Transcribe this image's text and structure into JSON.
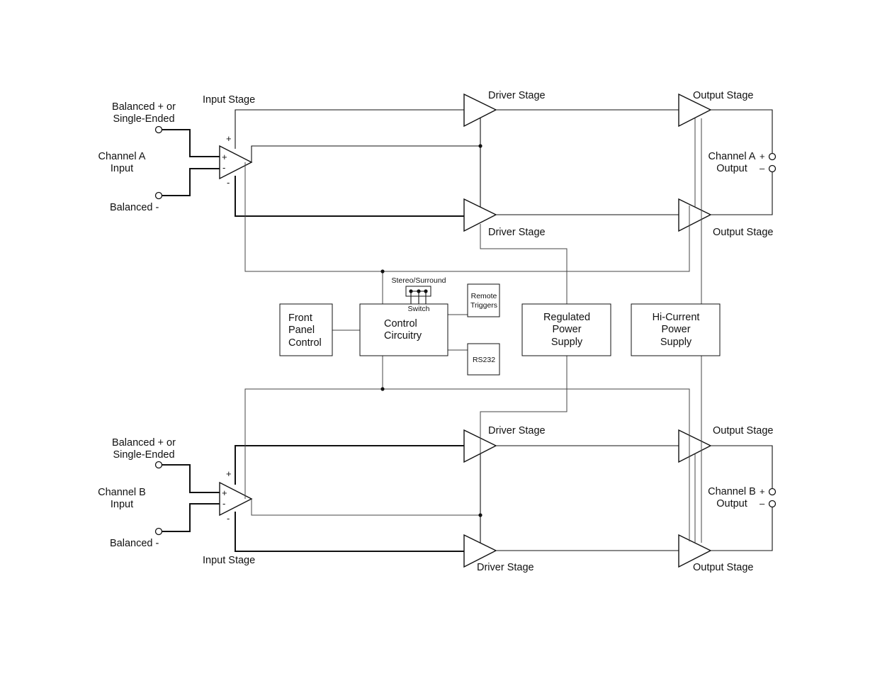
{
  "labels": {
    "a_input_stage": "Input Stage",
    "a_balanced_plus": [
      "Balanced + or",
      "Single-Ended"
    ],
    "a_channel_input": [
      "Channel A",
      "Input"
    ],
    "a_balanced_minus": "Balanced -",
    "a_driver_top": "Driver Stage",
    "a_driver_bottom": "Driver Stage",
    "a_output_top": "Output Stage",
    "a_output_bottom": "Output Stage",
    "a_channel_output": [
      "Channel A",
      "Output"
    ],
    "b_input_stage": "Input Stage",
    "b_balanced_plus": [
      "Balanced + or",
      "Single-Ended"
    ],
    "b_channel_input": [
      "Channel B",
      "Input"
    ],
    "b_balanced_minus": "Balanced -",
    "b_driver_top": "Driver Stage",
    "b_driver_bottom": "Driver Stage",
    "b_output_top": "Output Stage",
    "b_output_bottom": "Output Stage",
    "b_channel_output": [
      "Channel B",
      "Output"
    ],
    "stereo_surround": "Stereo/Surround",
    "switch": "Switch",
    "front_panel": [
      "Front",
      "Panel",
      "Control"
    ],
    "control_circuitry": [
      "Control",
      "Circuitry"
    ],
    "remote_triggers": [
      "Remote",
      "Triggers"
    ],
    "rs232": "RS232",
    "regulated_power": [
      "Regulated",
      "Power",
      "Supply"
    ],
    "hi_current_power": [
      "Hi-Current",
      "Power",
      "Supply"
    ]
  },
  "signs": {
    "plus": "+",
    "minus": "-",
    "out_plus": "+",
    "out_minus": "–"
  }
}
